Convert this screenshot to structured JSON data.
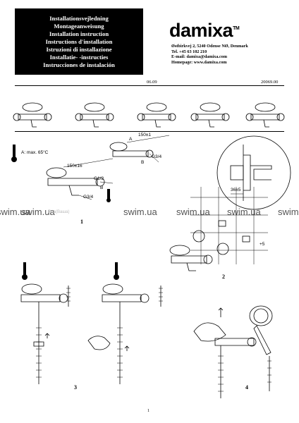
{
  "title_lines": [
    "Installationsvejledning",
    "Montageanweisung",
    "Installation instruction",
    "Instructions d'installation",
    "Istruzioni di installazione",
    "Installatie- -instructies",
    "Instrucciones de instalación"
  ],
  "brand": {
    "name": "damixa",
    "tm": "TM"
  },
  "contact": {
    "address": "Østbirkvej 2, 5240 Odense NØ, Denmark",
    "tel": "Tel. +45 63 102 210",
    "email": "E-mail: damixa@damixa.com",
    "homepage": "Homepage: www.damixa.com"
  },
  "doc": {
    "date": "06.09",
    "number": "20069.00"
  },
  "watermark": {
    "text": "swim.ua",
    "small": "Rpa(Ваша)"
  },
  "step1": {
    "number": "1",
    "temp_label": "A: max. 65°C",
    "dim_a": "A",
    "dim_150_1": "150±1",
    "dim_b": "B",
    "g34_top": "G3/4",
    "dim_150_16": "150±16",
    "g12": "G1/2",
    "b2": "B",
    "g34_bottom": "G3/4"
  },
  "step2": {
    "number": "2",
    "dim_36": "36±5",
    "dim_5": "+5"
  },
  "step3": {
    "number": "3"
  },
  "step4": {
    "number": "4"
  },
  "page_number": "1"
}
